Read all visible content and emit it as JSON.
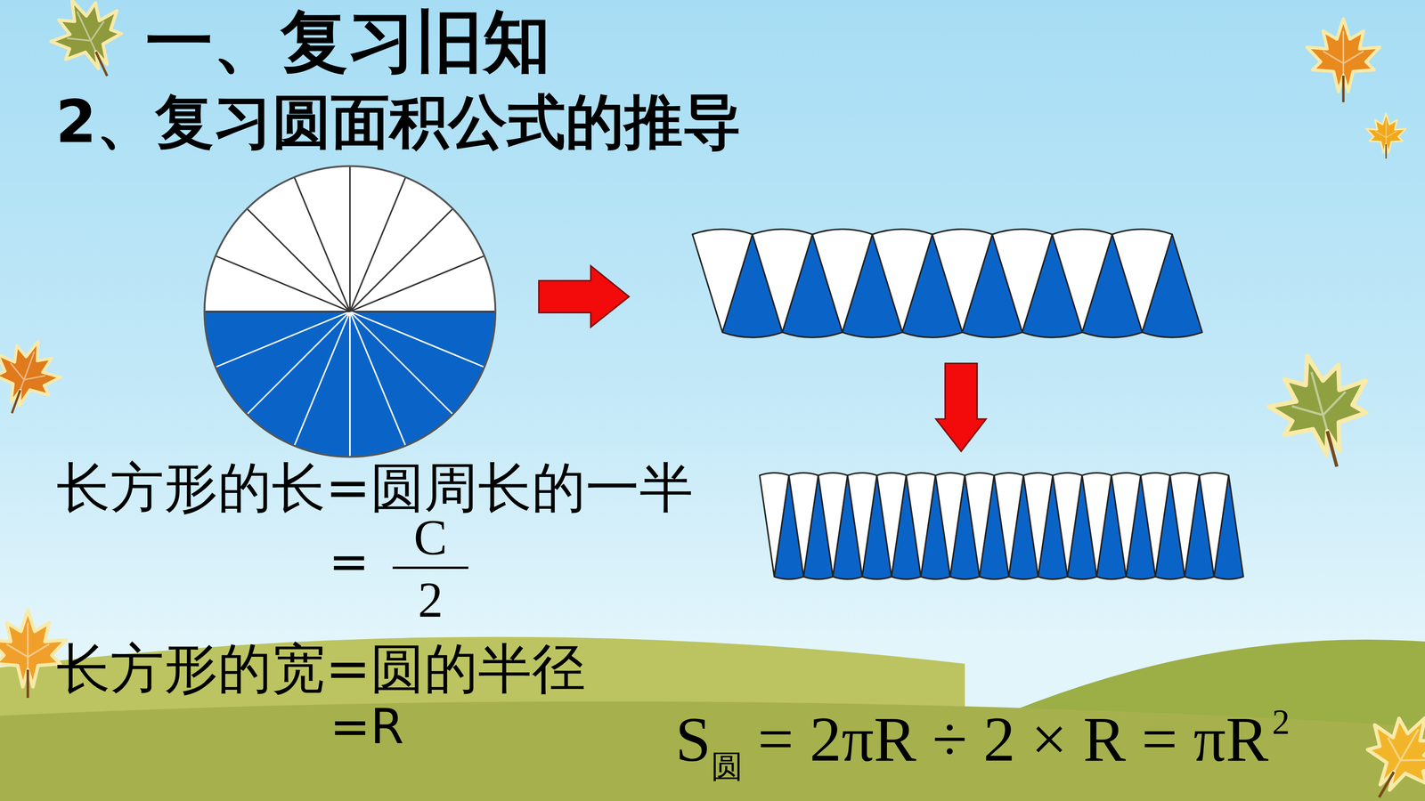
{
  "diagram": {
    "title": "一、复习旧知",
    "labels": [
      "2、复习圆面积公式的推导",
      "长方形的长=圆周长的一半",
      "=",
      "C",
      "2",
      "长方形的宽=圆的半径",
      "=R",
      "S",
      "圆",
      "= 2πR ÷ 2 × R = πR",
      "2"
    ]
  }
}
